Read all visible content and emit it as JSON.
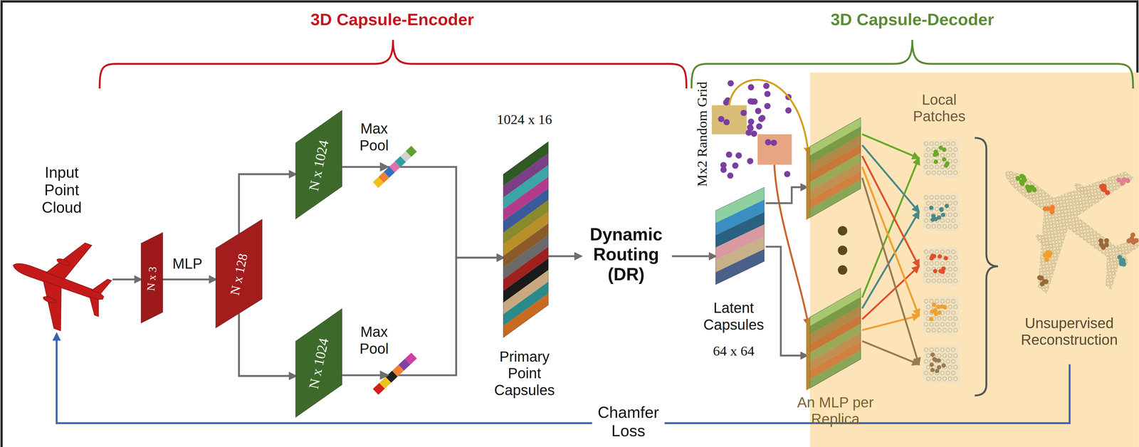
{
  "diagram": {
    "nodes": [
      {
        "text": [
          "Input Point Cloud"
        ]
      },
      {
        "text": [
          "N x 3"
        ]
      },
      {
        "text": [
          "N x 128"
        ]
      },
      {
        "text": [
          "N x 1024"
        ]
      },
      {
        "text": [
          "N x 1024"
        ]
      },
      {
        "text": [
          "1024 x 16",
          "Primary Point Capsules"
        ]
      },
      {
        "text": [
          "Dynamic Routing (DR)"
        ]
      },
      {
        "text": [
          "Latent Capsules",
          "64 x 64"
        ]
      },
      {
        "text": [
          "Unsupervised Reconstruction"
        ]
      }
    ],
    "edges": [
      {
        "from": 0,
        "to": 1,
        "arrow": "to"
      },
      {
        "from": 1,
        "to": 2,
        "label": "MLP",
        "arrow": "to"
      },
      {
        "from": 2,
        "to": 3,
        "arrow": "to"
      },
      {
        "from": 2,
        "to": 4,
        "arrow": "to"
      },
      {
        "from": 3,
        "to": 5,
        "label": "Max Pool",
        "arrow": "to"
      },
      {
        "from": 4,
        "to": 5,
        "label": "Max Pool",
        "arrow": "to"
      },
      {
        "from": 5,
        "to": 6,
        "arrow": "to"
      },
      {
        "from": 6,
        "to": 7,
        "arrow": "to"
      },
      {
        "from": 8,
        "to": 0,
        "label": "Chamfer Loss",
        "arrow": "to"
      }
    ],
    "labels": [
      "3D Capsule-Encoder",
      "3D Capsule-Decoder",
      "Mx2 Random Grid",
      "Local Patches",
      "An MLP per Replica"
    ]
  }
}
